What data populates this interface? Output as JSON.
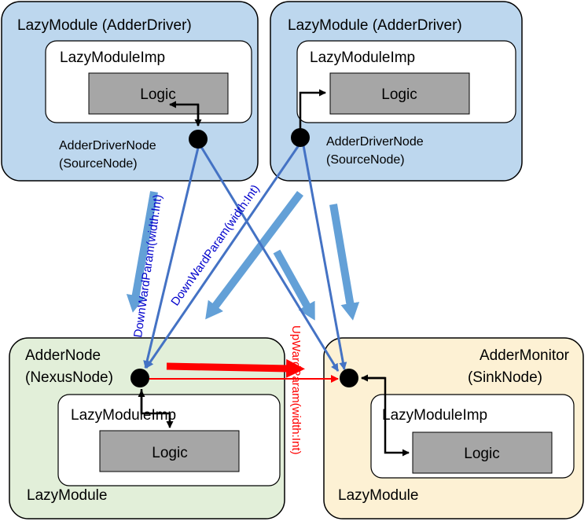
{
  "modules": {
    "driver_left": {
      "title": "LazyModule (AdderDriver)",
      "imp_label": "LazyModuleImp",
      "logic_label": "Logic",
      "node_label_1": "AdderDriverNode",
      "node_label_2": "(SourceNode)"
    },
    "driver_right": {
      "title": "LazyModule (AdderDriver)",
      "imp_label": "LazyModuleImp",
      "logic_label": "Logic",
      "node_label_1": "AdderDriverNode",
      "node_label_2": "(SourceNode)"
    },
    "adder": {
      "title_1": "AdderNode",
      "title_2": "(NexusNode)",
      "imp_label": "LazyModuleImp",
      "logic_label": "Logic",
      "footer": "LazyModule"
    },
    "monitor": {
      "title_1": "AdderMonitor",
      "title_2": "(SinkNode)",
      "imp_label": "LazyModuleImp",
      "logic_label": "Logic",
      "footer": "LazyModule"
    }
  },
  "edges": {
    "downward_left": "DownWardParam(width:Int)",
    "downward_right": "DownWardParam(width:Int)",
    "upward": "UpWardParam(width:Int)"
  },
  "colors": {
    "driver_fill": "#bdd7ee",
    "adder_fill": "#e2efd9",
    "monitor_fill": "#fdf1d4",
    "logic_fill": "#a6a6a6",
    "edge_blue": "#4472c4",
    "flow_blue": "#5b9bd5",
    "upward_red": "#ff0000",
    "downward_text": "#0000cc"
  }
}
